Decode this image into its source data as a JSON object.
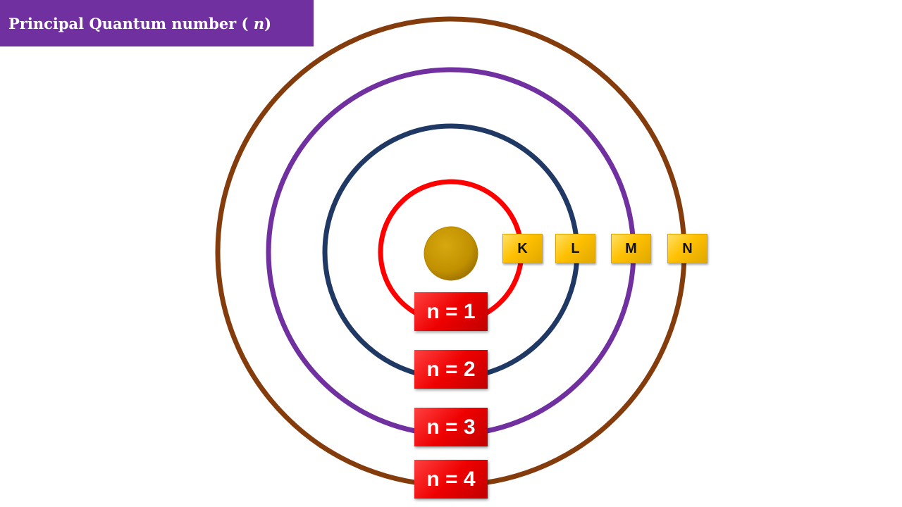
{
  "title": {
    "text": "Principal Quantum number (",
    "variable": "n",
    "suffix": ")"
  },
  "colors": {
    "title_bg": "#7030a0",
    "shell1": "#ff0000",
    "shell2": "#1f3864",
    "shell3": "#7030a0",
    "shell4": "#843c0c",
    "nucleus": "#c09000",
    "label_bg": "#ffc000",
    "n_box_bg": "#ee0000"
  },
  "shell_labels": [
    "K",
    "L",
    "M",
    "N"
  ],
  "n_labels": [
    "n = 1",
    "n = 2",
    "n = 3",
    "n = 4"
  ]
}
